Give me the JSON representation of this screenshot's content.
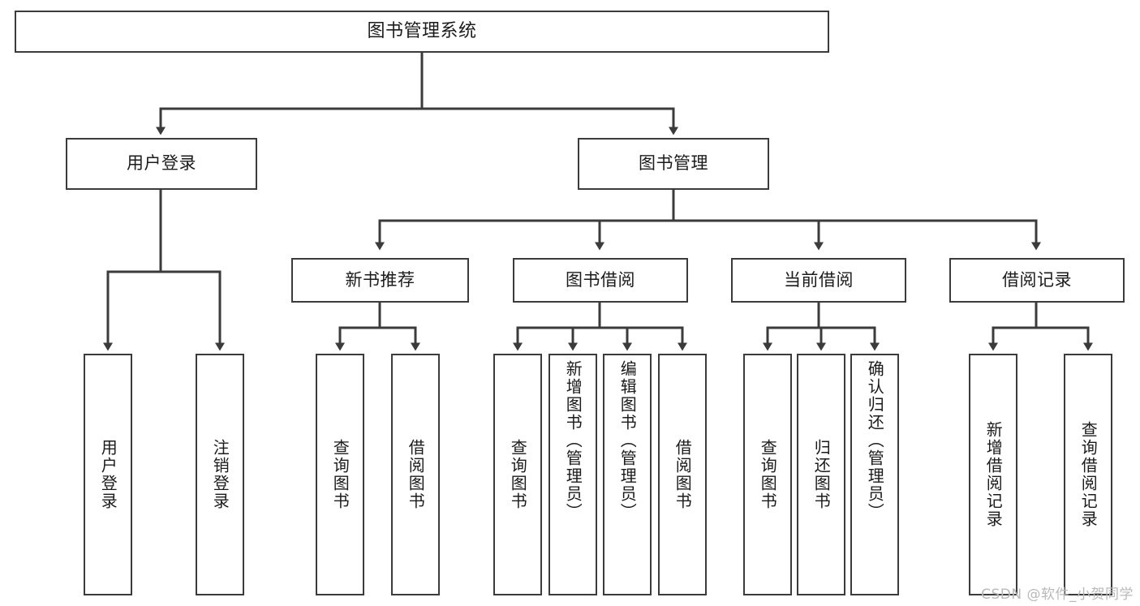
{
  "diagram": {
    "type": "tree",
    "title": "图书管理系统",
    "colors": {
      "background": "#ffffff",
      "border": "#3b3b3b",
      "edge": "#3b3b3b",
      "text": "#1b1b1b",
      "watermark": "#b9b9b9"
    },
    "watermark": "CSDN @软件_小贺同学",
    "nodes": {
      "root": {
        "label": "图书管理系统"
      },
      "level2": [
        {
          "label": "用户登录"
        },
        {
          "label": "图书管理"
        }
      ],
      "level3": [
        {
          "label": "新书推荐"
        },
        {
          "label": "图书借阅"
        },
        {
          "label": "当前借阅"
        },
        {
          "label": "借阅记录"
        }
      ],
      "leaves": {
        "user_login": [
          {
            "label": "用户登录"
          },
          {
            "label": "注销登录"
          }
        ],
        "new_book_recommend": [
          {
            "label": "查询图书"
          },
          {
            "label": "借阅图书"
          }
        ],
        "book_borrow": [
          {
            "label": "查询图书"
          },
          {
            "label": "新增图书（管理员）"
          },
          {
            "label": "编辑图书（管理员）"
          },
          {
            "label": "借阅图书"
          }
        ],
        "current_borrow": [
          {
            "label": "查询图书"
          },
          {
            "label": "归还图书"
          },
          {
            "label": "确认归还（管理员）"
          }
        ],
        "borrow_record": [
          {
            "label": "新增借阅记录"
          },
          {
            "label": "查询借阅记录"
          }
        ]
      }
    }
  }
}
